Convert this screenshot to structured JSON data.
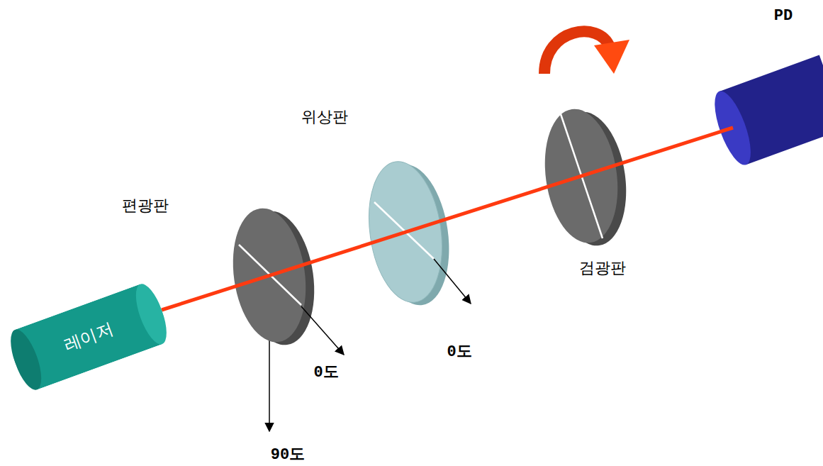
{
  "diagram": {
    "nodes": [
      {
        "text": [
          "레이저"
        ]
      }
    ],
    "labels": [
      "편광판",
      "위상판",
      "검광판",
      "PD",
      "0도",
      "0도",
      "90도"
    ]
  }
}
